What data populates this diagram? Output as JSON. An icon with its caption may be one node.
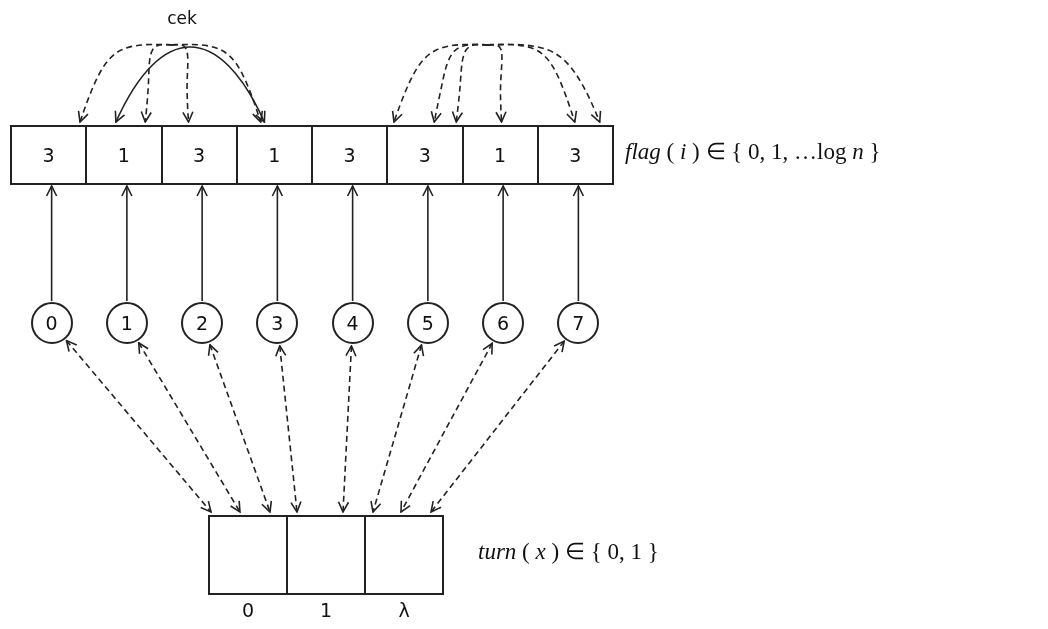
{
  "diagram": {
    "nodes": [
      {
        "text": [
          "3"
        ]
      },
      {
        "text": [
          "1"
        ]
      },
      {
        "text": [
          "3"
        ]
      },
      {
        "text": [
          "1"
        ]
      },
      {
        "text": [
          "3"
        ]
      },
      {
        "text": [
          "3"
        ]
      },
      {
        "text": [
          "1"
        ]
      },
      {
        "text": [
          "3"
        ]
      },
      {
        "text": [
          "0"
        ]
      },
      {
        "text": [
          "1"
        ]
      },
      {
        "text": [
          "2"
        ]
      },
      {
        "text": [
          "3"
        ]
      },
      {
        "text": [
          "4"
        ]
      },
      {
        "text": [
          "5"
        ]
      },
      {
        "text": [
          "6"
        ]
      },
      {
        "text": [
          "7"
        ]
      },
      {
        "text": [],
        "shape": "box",
        "beside": [
          "0"
        ]
      },
      {
        "text": [],
        "shape": "box",
        "beside": [
          "1"
        ]
      },
      {
        "text": [],
        "shape": "box",
        "beside": [
          "λ"
        ]
      }
    ],
    "edges": [
      {
        "from": 8,
        "to": 0,
        "arrow": "to"
      },
      {
        "from": 9,
        "to": 1,
        "arrow": "to"
      },
      {
        "from": 10,
        "to": 2,
        "arrow": "to"
      },
      {
        "from": 11,
        "to": 3,
        "arrow": "to"
      },
      {
        "from": 12,
        "to": 4,
        "arrow": "to"
      },
      {
        "from": 13,
        "to": 5,
        "arrow": "to"
      },
      {
        "from": 14,
        "to": 6,
        "arrow": "to"
      },
      {
        "from": 15,
        "to": 7,
        "arrow": "to"
      },
      {
        "from": 8,
        "to": 16,
        "arrow": "both",
        "style": "dashed"
      },
      {
        "from": 9,
        "to": 16,
        "arrow": "both",
        "style": "dashed"
      },
      {
        "from": 10,
        "to": 16,
        "arrow": "both",
        "style": "dashed"
      },
      {
        "from": 11,
        "to": 17,
        "arrow": "both",
        "style": "dashed"
      },
      {
        "from": 12,
        "to": 17,
        "arrow": "both",
        "style": "dashed"
      },
      {
        "from": 13,
        "to": 18,
        "arrow": "both",
        "style": "dashed"
      },
      {
        "from": 14,
        "to": 18,
        "arrow": "both",
        "style": "dashed"
      },
      {
        "from": 15,
        "to": 18,
        "arrow": "both",
        "style": "dashed"
      },
      {
        "from": 1,
        "to": 3,
        "arrow": "both",
        "label": "cek"
      },
      {
        "from": null,
        "to": 0,
        "arrow": "to",
        "style": "dashed"
      },
      {
        "from": null,
        "to": 1,
        "arrow": "to",
        "style": "dashed"
      },
      {
        "from": null,
        "to": 2,
        "arrow": "to",
        "style": "dashed"
      },
      {
        "from": null,
        "to": 3,
        "arrow": "to",
        "style": "dashed"
      },
      {
        "from": null,
        "to": 4,
        "arrow": "to",
        "style": "dashed"
      },
      {
        "from": null,
        "to": 5,
        "arrow": "to",
        "style": "dashed"
      },
      {
        "from": null,
        "to": 5,
        "arrow": "to",
        "style": "dashed"
      },
      {
        "from": null,
        "to": 6,
        "arrow": "to",
        "style": "dashed"
      },
      {
        "from": null,
        "to": 7,
        "arrow": "to",
        "style": "dashed"
      },
      {
        "from": null,
        "to": 7,
        "arrow": "to",
        "style": "dashed"
      }
    ],
    "labels": [
      "*flag* ( *i* ) ∈ { 0, 1, …log *n* }",
      "*turn* ( *x* ) ∈ { 0, 1  }"
    ]
  }
}
